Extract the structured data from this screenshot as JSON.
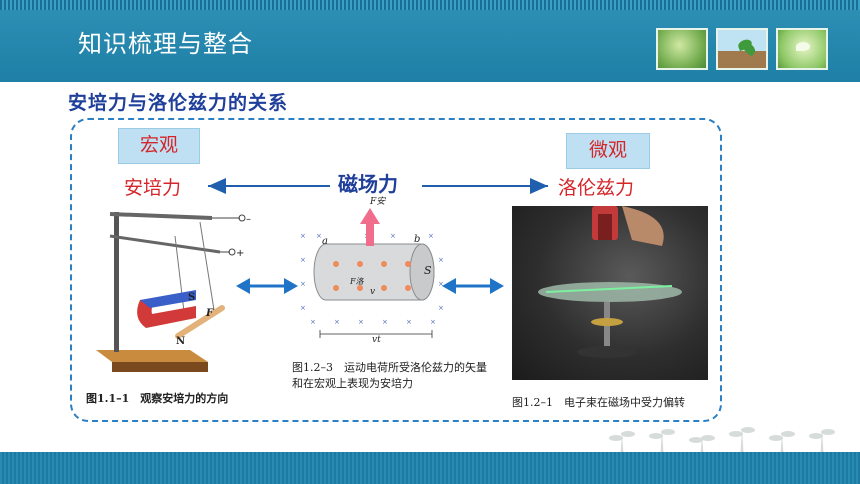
{
  "header": {
    "title": "知识梳理与整合"
  },
  "section": {
    "title": "安培力与洛伦兹力的关系"
  },
  "labels": {
    "macro": "宏观",
    "micro": "微观",
    "ampere": "安培力",
    "magnetic": "磁场力",
    "lorentz": "洛伦兹力"
  },
  "figures": {
    "ampere": {
      "caption": "图1.1–1　观察安培力的方向",
      "letters": {
        "s": "S",
        "n": "N",
        "f": "F",
        "plus": "+",
        "minus": "–"
      }
    },
    "center": {
      "caption": "图1.2–3　运动电荷所受洛伦兹力的矢量和在宏观上表现为安培力",
      "letters": {
        "f_an": "F安",
        "f_luo": "F洛",
        "a": "a",
        "b": "b",
        "s": "S",
        "v": "v",
        "vt": "vt"
      }
    },
    "electron": {
      "caption": "图1.2–1　电子束在磁场中受力偏转"
    }
  },
  "colors": {
    "accent": "#1f3f9a",
    "red": "#d4262a",
    "header": "#2e91b6",
    "frame": "#2b7fc4"
  },
  "icons": [
    "leaf-thumbnail",
    "seedling-thumbnail",
    "sprout-thumbnail",
    "plant-silhouette"
  ]
}
